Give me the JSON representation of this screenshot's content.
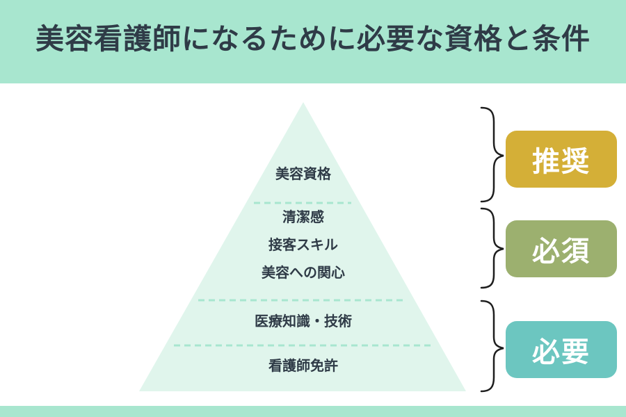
{
  "title": "美容看護師になるために必要な資格と条件",
  "pyramid": {
    "fill": "#e0f5ec",
    "divider_color": "#a8e6cf",
    "tiers": [
      {
        "items": [
          "美容資格"
        ]
      },
      {
        "items": [
          "清潔感",
          "接客スキル",
          "美容への関心"
        ]
      },
      {
        "items": [
          "医療知識・技術"
        ]
      },
      {
        "items": [
          "看護師免許"
        ]
      }
    ]
  },
  "badges": [
    {
      "label": "推奨",
      "color": "#d4af37"
    },
    {
      "label": "必須",
      "color": "#9cb06f"
    },
    {
      "label": "必要",
      "color": "#6cc6c0"
    }
  ],
  "colors": {
    "header_bg": "#a8e6cf",
    "text": "#2f3b47",
    "bracket": "#1e1e1e"
  }
}
